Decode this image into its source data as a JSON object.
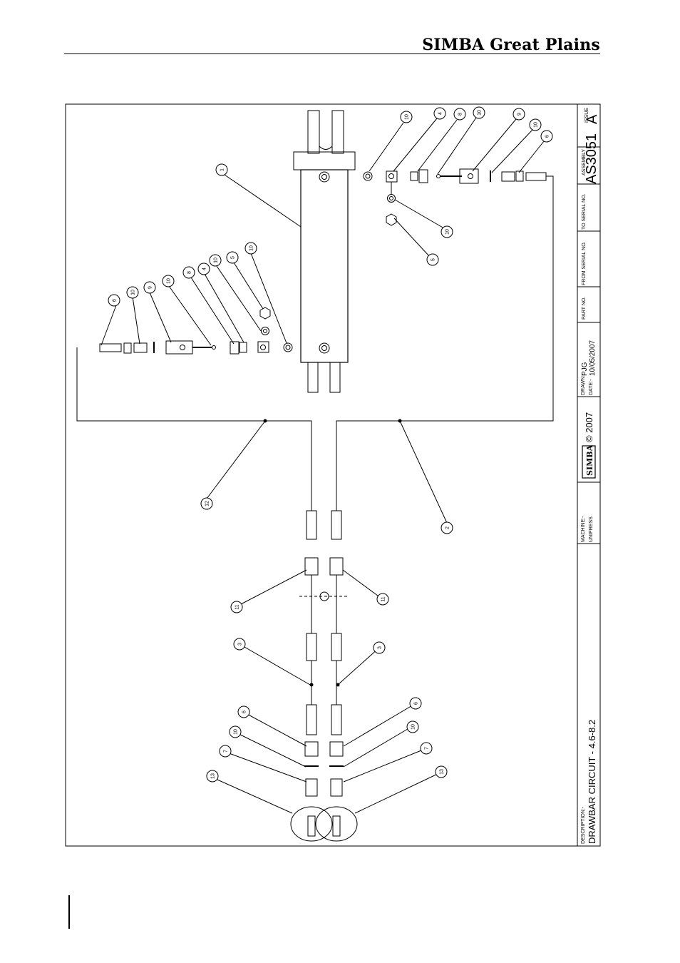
{
  "brand": "SIMBA Great Plains",
  "title_block": {
    "issue_label": "ISSUE",
    "issue": "A",
    "assembly_label": "ASSEMBLY",
    "assembly": "AS3051",
    "to_serial_label": "TO SERIAL NO.",
    "from_serial_label": "FROM SERIAL NO.",
    "part_label": "PART NO.",
    "drawn_label": "DRAWN:-",
    "drawn": "PJG",
    "date_label": "DATE:-",
    "date": "10/05/2007",
    "copyright": "© 2007",
    "logo_text": "SIMBA",
    "machine_label": "MACHINE:-",
    "machine": "UNIPRESS",
    "description_label": "DESCRIPTION:-",
    "description": "DRAWBAR CIRCUIT - 4.6-8.2"
  },
  "balloons": [
    "1",
    "2",
    "3",
    "3",
    "4",
    "4",
    "5",
    "5",
    "6",
    "6",
    "6",
    "6",
    "7",
    "7",
    "8",
    "8",
    "9",
    "9",
    "10",
    "10",
    "10",
    "10",
    "10",
    "10",
    "10",
    "10",
    "11",
    "11",
    "12",
    "13",
    "13"
  ]
}
